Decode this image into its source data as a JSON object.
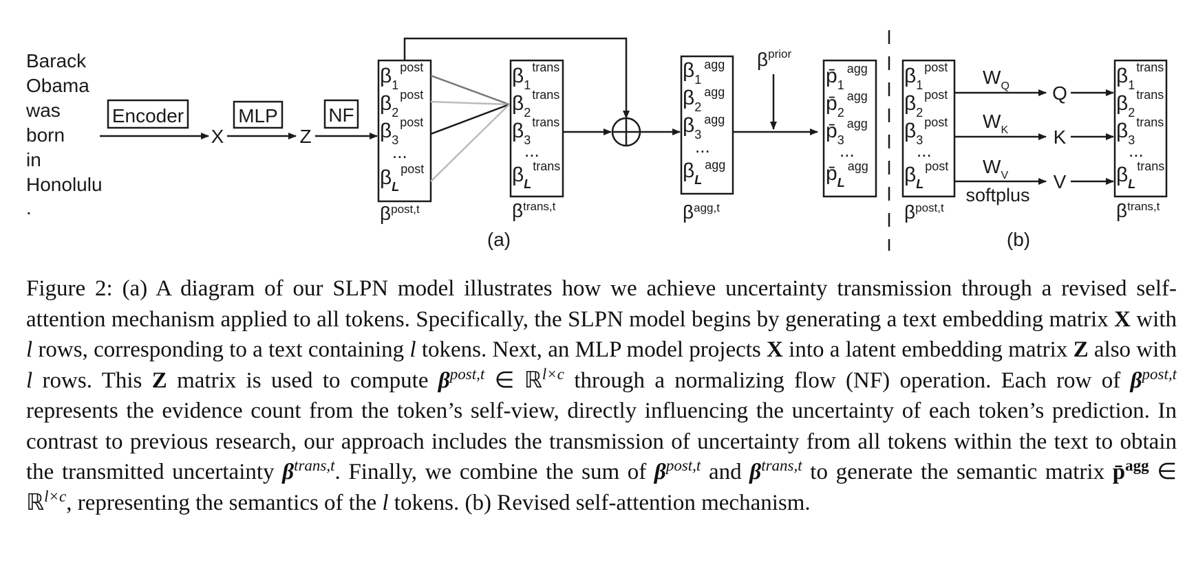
{
  "input_tokens": [
    "Barack",
    "Obama",
    "was",
    "born",
    "in",
    "Honolulu",
    "."
  ],
  "modules": {
    "encoder": "Encoder",
    "mlp": "MLP",
    "nf": "NF",
    "x": "X",
    "z": "Z",
    "softplus": "softplus",
    "q": "Q",
    "k": "K",
    "v": "V",
    "wq": {
      "base": "W",
      "sub": "Q"
    },
    "wk": {
      "base": "W",
      "sub": "K"
    },
    "wv": {
      "base": "W",
      "sub": "V"
    }
  },
  "matrices": {
    "post": {
      "sym": "β",
      "sup": "post",
      "subs": [
        "1",
        "2",
        "3"
      ],
      "last": "L",
      "caption": "β",
      "caption_sup": "post,t"
    },
    "trans": {
      "sym": "β",
      "sup": "trans",
      "subs": [
        "1",
        "2",
        "3"
      ],
      "last": "L",
      "caption": "β",
      "caption_sup": "trans,t"
    },
    "agg": {
      "sym": "β",
      "sup": "agg",
      "subs": [
        "1",
        "2",
        "3"
      ],
      "last": "L",
      "caption": "β",
      "caption_sup": "agg,t"
    },
    "pbar": {
      "sym": "p̄",
      "sup": "agg",
      "subs": [
        "1",
        "2",
        "3"
      ],
      "last": "L"
    },
    "ellipsis": "..."
  },
  "prior": {
    "sym": "β",
    "sup": "prior"
  },
  "panel_labels": {
    "a": "(a)",
    "b": "(b)"
  },
  "caption": {
    "prefix": "Figure 2: (a) A diagram of our SLPN model illustrates how we achieve uncertainty transmission through a revised self-attention mechanism applied to all tokens. Specifically, the SLPN model begins by generating a text embedding matrix ",
    "X": "X",
    "t1": " with ",
    "l": "l",
    "t2": " rows, corresponding to a text containing ",
    "t3": " tokens. Next, an MLP model projects ",
    "t4": " into a latent embedding matrix ",
    "Z": "Z",
    "t5": " also with ",
    "t6": " rows. This ",
    "t7": " matrix is used to compute ",
    "beta": "β",
    "post_t": "post,t",
    "in_R": " ∈ ℝ",
    "lxc": "l×c",
    "t8": " through a normalizing flow (NF) operation. Each row of ",
    "t9": " represents the evidence count from the token’s self-view, directly influencing the uncertainty of each token’s prediction. In contrast to previous research, our approach includes the transmission of uncertainty from all tokens within the text to obtain the transmitted uncertainty ",
    "trans_t": "trans,t",
    "t10": ". Finally, we combine the sum of ",
    "t11": " and ",
    "t12": " to generate the semantic matrix ",
    "pbar": "p̄",
    "agg": "agg",
    "t13": ", representing the semantics of the ",
    "t14": " tokens. (b) Revised self-attention mechanism."
  }
}
